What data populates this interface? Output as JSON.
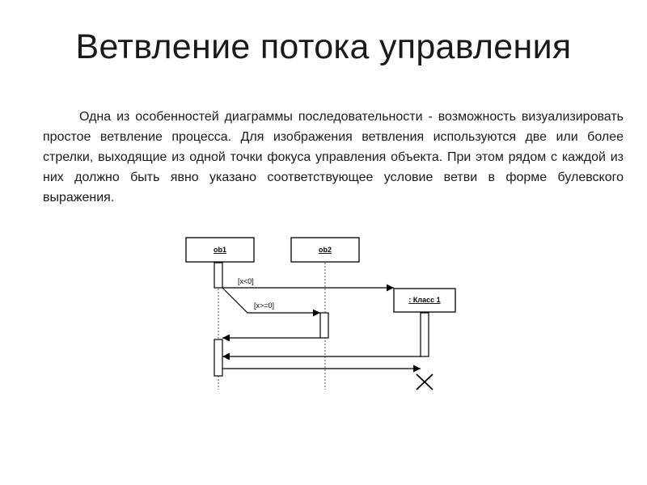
{
  "slide": {
    "title": "Ветвление потока управления",
    "body": "Одна из особенностей диаграммы последовательности - возможность визуализировать простое ветвление процесса. Для изображения ветвления используются две или более стрелки, выходящие из одной точки фокуса управления объекта. При этом рядом с каждой из них должно быть явно указано соответствующее условие ветви в форме булевского выражения."
  },
  "diagram": {
    "objects": {
      "ob1": "ob1",
      "ob2": "ob2",
      "class1": ": Класс 1"
    },
    "conditions": {
      "branch_1": "[x<0]",
      "branch_2": "[x>=0]"
    },
    "icons": {
      "destruction": "destruction-x-icon"
    },
    "colors": {
      "line": "#000000"
    }
  }
}
